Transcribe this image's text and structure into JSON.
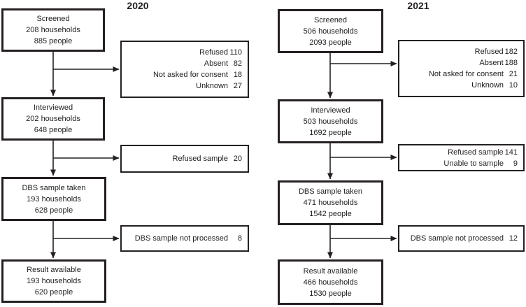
{
  "figure": {
    "background": "#ffffff",
    "line_color": "#242021"
  },
  "columns": [
    {
      "year": "2020",
      "main": [
        {
          "l1": "Screened",
          "l2": "208 households",
          "l3": "885 people"
        },
        {
          "l1": "Interviewed",
          "l2": "202 households",
          "l3": "648 people"
        },
        {
          "l1": "DBS sample taken",
          "l2": "193 households",
          "l3": "628 people"
        },
        {
          "l1": "Result available",
          "l2": "193 households",
          "l3": "620 people"
        }
      ],
      "side": [
        {
          "rows": [
            [
              "Refused",
              "110"
            ],
            [
              "Absent",
              "82"
            ],
            [
              "Not asked for consent",
              "18"
            ],
            [
              "Unknown",
              "27"
            ]
          ]
        },
        {
          "rows": [
            [
              "Refused sample",
              "20"
            ]
          ]
        },
        {
          "rows": [
            [
              "DBS sample not processed",
              "8"
            ]
          ]
        }
      ]
    },
    {
      "year": "2021",
      "main": [
        {
          "l1": "Screened",
          "l2": "506 households",
          "l3": "2093 people"
        },
        {
          "l1": "Interviewed",
          "l2": "503 households",
          "l3": "1692 people"
        },
        {
          "l1": "DBS sample taken",
          "l2": "471 households",
          "l3": "1542 people"
        },
        {
          "l1": "Result available",
          "l2": "466 households",
          "l3": "1530 people"
        }
      ],
      "side": [
        {
          "rows": [
            [
              "Refused",
              "182"
            ],
            [
              "Absent",
              "188"
            ],
            [
              "Not asked for consent",
              "21"
            ],
            [
              "Unknown",
              "10"
            ]
          ]
        },
        {
          "rows": [
            [
              "Refused sample",
              "141"
            ],
            [
              "Unable to sample",
              "9"
            ]
          ]
        },
        {
          "rows": [
            [
              "DBS sample not processed",
              "12"
            ]
          ]
        }
      ]
    }
  ]
}
